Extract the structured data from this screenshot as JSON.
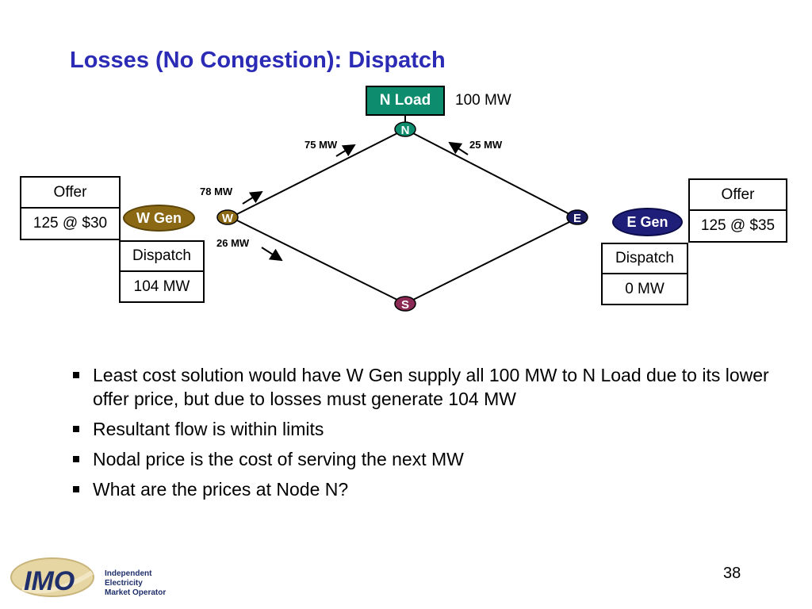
{
  "slide": {
    "title": "Losses (No Congestion): Dispatch",
    "page_number": "38"
  },
  "diagram": {
    "n_load": {
      "label": "N Load",
      "value": "100 MW"
    },
    "nodes": {
      "n": "N",
      "w": "W",
      "e": "E",
      "s": "S"
    },
    "flows": {
      "w_to_n_edge": "75 MW",
      "e_to_n_edge": "25 MW",
      "w_to_n_gen": "78 MW",
      "w_to_s": "26 MW"
    },
    "w_gen": {
      "label": "W Gen",
      "offer_header": "Offer",
      "offer_value": "125 @ $30",
      "dispatch_header": "Dispatch",
      "dispatch_value": "104 MW"
    },
    "e_gen": {
      "label": "E Gen",
      "offer_header": "Offer",
      "offer_value": "125 @ $35",
      "dispatch_header": "Dispatch",
      "dispatch_value": "0 MW"
    },
    "colors": {
      "title": "#2b2bb5",
      "n_node": "#0e8c6e",
      "w_gen": "#8b6914",
      "e_gen": "#1f1f7a",
      "s_node": "#8a2a55",
      "e_node": "#1a1a5e"
    }
  },
  "bullets": [
    "Least cost solution would have W Gen supply all 100 MW to N Load due to its lower offer price, but due to losses must generate 104 MW",
    "Resultant flow is within limits",
    "Nodal price is the cost of serving the next MW",
    "What are the prices at Node N?"
  ],
  "logo": {
    "mark": "IMO",
    "line1": "Independent",
    "line2": "Electricity",
    "line3": "Market Operator"
  }
}
